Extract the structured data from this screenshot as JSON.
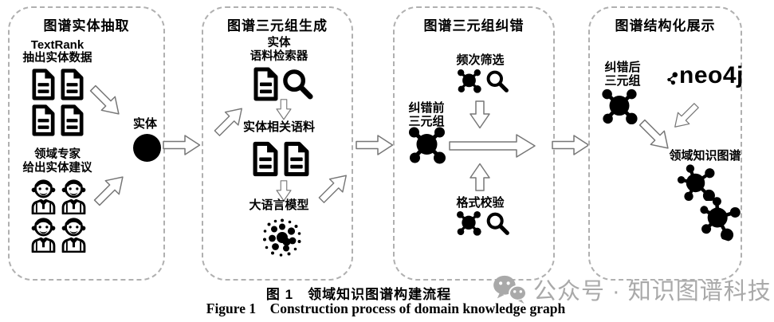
{
  "figure": {
    "caption_zh": "图 1　领域知识图谱构建流程",
    "caption_en": "Figure 1    Construction process of domain knowledge graph"
  },
  "watermark": {
    "text": "公众号 · 知识图谱科技"
  },
  "panels": [
    {
      "title": "图谱实体抽取",
      "textrank_line1": "TextRank",
      "textrank_line2": "抽出实体数据",
      "entity_label": "实体",
      "expert_line1": "领域专家",
      "expert_line2": "给出实体建议"
    },
    {
      "title": "图谱三元组生成",
      "retriever_line1": "实体",
      "retriever_line2": "语料检索器",
      "corpus_label": "实体相关语料",
      "llm_label": "大语言模型"
    },
    {
      "title": "图谱三元组纠错",
      "freq_label": "频次筛选",
      "before_line1": "纠错前",
      "before_line2": "三元组",
      "format_label": "格式校验"
    },
    {
      "title": "图谱结构化展示",
      "after_line1": "纠错后",
      "after_line2": "三元组",
      "neo4j_label": "neo4j",
      "dkg_label": "领域知识图谱"
    }
  ],
  "icons": {
    "document": "page-with-folded-corner-and-text-lines",
    "search": "magnifying-glass",
    "entity": "solid-black-circle",
    "expert": "elderly-person-with-mustache",
    "llm": "dotted-sphere",
    "triple": "node-cluster-graph",
    "neo4j_mark": "three-node-graph-mark",
    "wechat": "two-chat-bubbles"
  },
  "colors": {
    "ink": "#000000",
    "arrow_stroke": "#777777",
    "dash_border": "#b0b0b0",
    "watermark_gray": "#a9a9a9"
  }
}
